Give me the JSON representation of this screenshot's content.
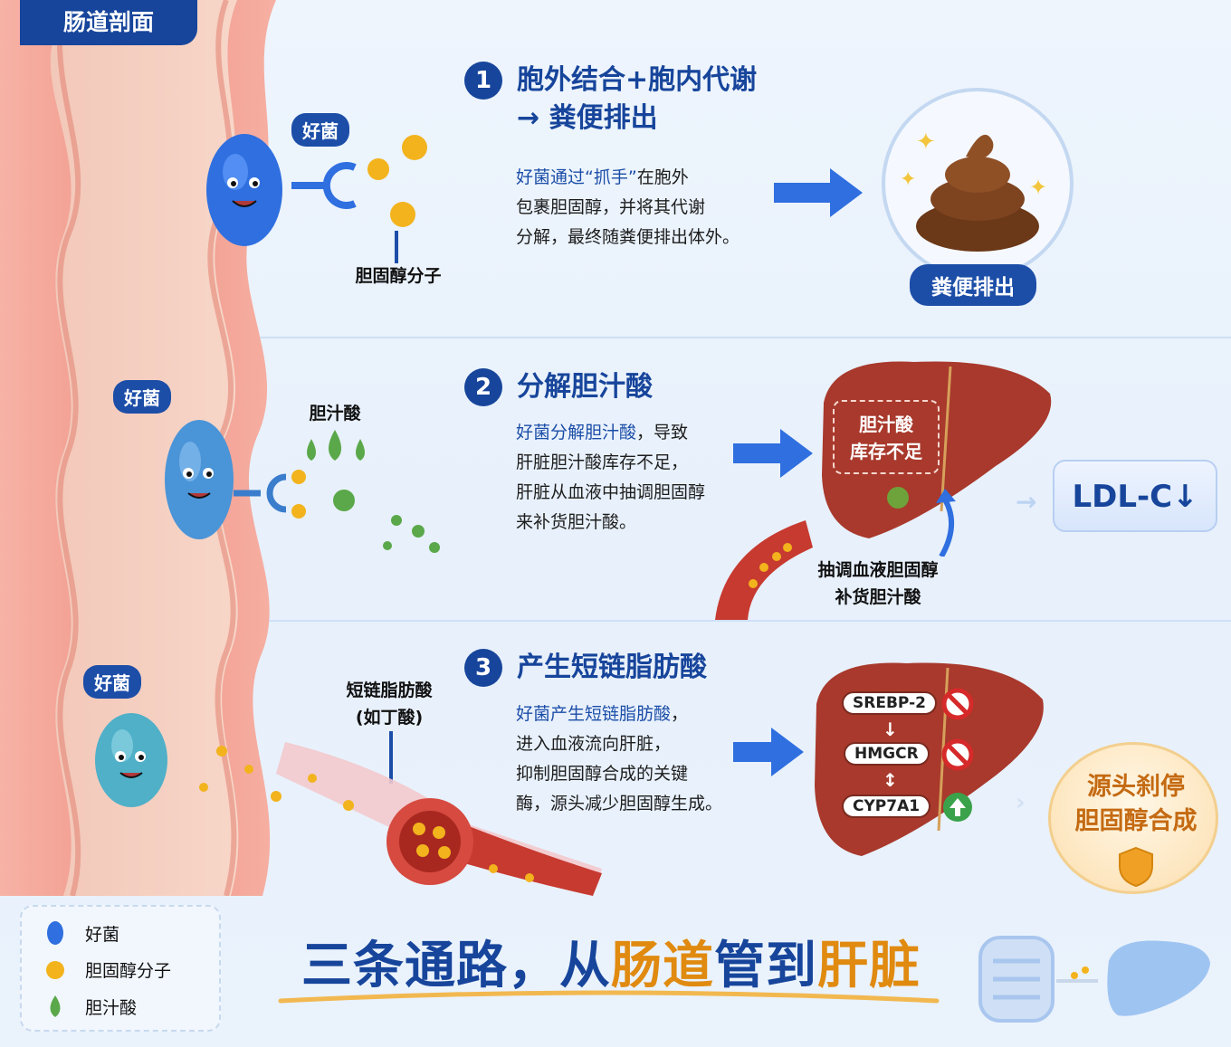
{
  "header_tag": "肠道剖面",
  "gut": {
    "bubble_1": "好菌",
    "bubble_2": "好菌",
    "bubble_3": "好菌",
    "cholesterol_label": "胆固醇分子",
    "bile_label": "胆汁酸",
    "scfa_label_1": "短链脂肪酸",
    "scfa_label_2": "(如丁酸)"
  },
  "step1": {
    "number": "1",
    "title_1": "胞外结合+胞内代谢",
    "title_2": "→ 粪便排出",
    "desc_hl": "好菌通过“抓手”",
    "desc_1": "在胞外",
    "desc_2": "包裹胆固醇，并将其代谢",
    "desc_3": "分解，最终随粪便排出体外。",
    "result_label": "粪便排出"
  },
  "step2": {
    "number": "2",
    "title": "分解胆汁酸",
    "desc_hl": "好菌分解胆汁酸",
    "desc_1": "，导致",
    "desc_2": "肝脏胆汁酸库存不足，",
    "desc_3": "肝脏从血液中抽调胆固醇",
    "desc_4": "来补货胆汁酸。",
    "liver_box_1": "胆汁酸",
    "liver_box_2": "库存不足",
    "blood_label_1": "抽调血液胆固醇",
    "blood_label_2": "补货胆汁酸",
    "ldl": "LDL-C↓"
  },
  "step3": {
    "number": "3",
    "title": "产生短链脂肪酸",
    "desc_hl": "好菌产生短链脂肪酸",
    "desc_1": "，",
    "desc_2": "进入血液流向肝脏，",
    "desc_3": "抑制胆固醇合成的关键",
    "desc_4": "酶，源头减少胆固醇生成。",
    "gene_1": "SREBP-2",
    "gene_2": "HMGCR",
    "gene_3": "CYP7A1",
    "arrow_1": "↓",
    "arrow_2": "↕",
    "stop_1": "源头刹停",
    "stop_2": "胆固醇合成"
  },
  "legend": {
    "item_1": "好菌",
    "item_2": "胆固醇分子",
    "item_3": "胆汁酸"
  },
  "headline": {
    "part_1": "三条通路，从",
    "part_2": "肠道",
    "part_3": "管到",
    "part_4": "肝脏"
  },
  "colors": {
    "primary": "#17459b",
    "accent": "#e08a10",
    "liver": "#a8392c",
    "gut": "#f2a79a"
  }
}
